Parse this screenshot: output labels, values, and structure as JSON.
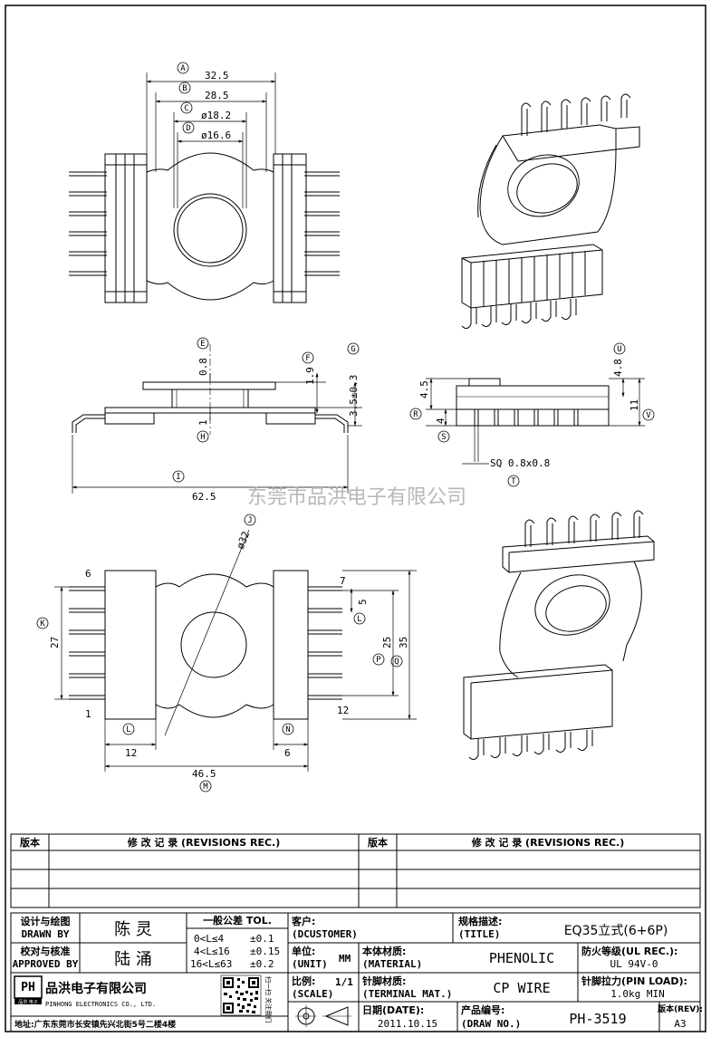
{
  "drawing": {
    "watermark": "东莞市品洪电子有限公司",
    "top_view": {
      "dim_a": "32.5",
      "dim_b": "28.5",
      "dim_c": "ø18.2",
      "dim_d": "ø16.6"
    },
    "front_view": {
      "dim_e": "0.8",
      "dim_f": "1.9",
      "dim_g": "3.5±0.3",
      "dim_h": "1",
      "dim_i": "62.5"
    },
    "side_view": {
      "dim_r": "4.5",
      "dim_s": "4",
      "dim_u": "4.8",
      "dim_v": "11",
      "dim_t": "SQ 0.8x0.8"
    },
    "bottom_view": {
      "dim_j": "ø32",
      "dim_k": "27",
      "dim_l_top": "5",
      "dim_p": "25",
      "dim_q": "35",
      "dim_l_bottom": "12",
      "dim_n": "6",
      "dim_m": "46.5",
      "pin_6": "6",
      "pin_7": "7",
      "pin_1": "1",
      "pin_12": "12"
    },
    "labels": {
      "A": "A",
      "B": "B",
      "C": "C",
      "D": "D",
      "E": "E",
      "F": "F",
      "G": "G",
      "H": "H",
      "I": "I",
      "J": "J",
      "K": "K",
      "L": "L",
      "M": "M",
      "N": "N",
      "P": "P",
      "Q": "Q",
      "R": "R",
      "S": "S",
      "T": "T",
      "U": "U",
      "V": "V"
    }
  },
  "revisions": {
    "left_version": "版本",
    "left_title": "修 改 记 录 (REVISIONS REC.)",
    "right_version": "版本",
    "right_title": "修 改 记 录 (REVISIONS REC.)"
  },
  "title_block": {
    "designer_label": "设计与绘图",
    "designer_label_en": "DRAWN BY",
    "designer": "陈 灵",
    "approver_label": "校对与核准",
    "approver_label_en": "APPROVED BY",
    "approver": "陆 涌",
    "tol_title": "一般公差 TOL.",
    "tol_rows": [
      {
        "range": "0<L≤4",
        "tol": "±0.1"
      },
      {
        "range": "4<L≤16",
        "tol": "±0.15"
      },
      {
        "range": "16<L≤63",
        "tol": "±0.2"
      }
    ],
    "customer_label": "客户:",
    "customer_label_en": "(DCUSTOMER)",
    "unit_label": "单位:",
    "unit_label_en": "(UNIT)",
    "unit": "MM",
    "scale_label": "比例:",
    "scale_label_en": "(SCALE)",
    "scale": "1/1",
    "spec_label": "规格描述:",
    "spec_label_en": "(TITLE)",
    "spec": "EQ35立式(6+6P)",
    "material_label": "本体材质:",
    "material_label_en": "(MATERIAL)",
    "material": "PHENOLIC",
    "fire_label": "防火等级(UL REC.):",
    "fire": "UL 94V-0",
    "terminal_label": "针脚材质:",
    "terminal_label_en": "(TERMINAL MAT.)",
    "terminal": "CP WIRE",
    "pinload_label": "针脚拉力(PIN LOAD):",
    "pinload": "1.0kg MIN",
    "date_label": "日期(DATE):",
    "date": "2011.10.15",
    "drawno_label": "产品编号:",
    "drawno_label_en": "(DRAW NO.)",
    "drawno": "PH-3519",
    "rev_label": "版本(REV):",
    "rev": "A3",
    "company_cn": "品洪电子有限公司",
    "company_en": "PINHONG ELECTRONICS CO., LTD.",
    "logo_text": "PH",
    "logo_sub": "品洪 电子",
    "address": "地址:广东东莞市长安镇先兴北街5号二楼4楼",
    "qr_side_text": "扫一扫 关注我们"
  }
}
